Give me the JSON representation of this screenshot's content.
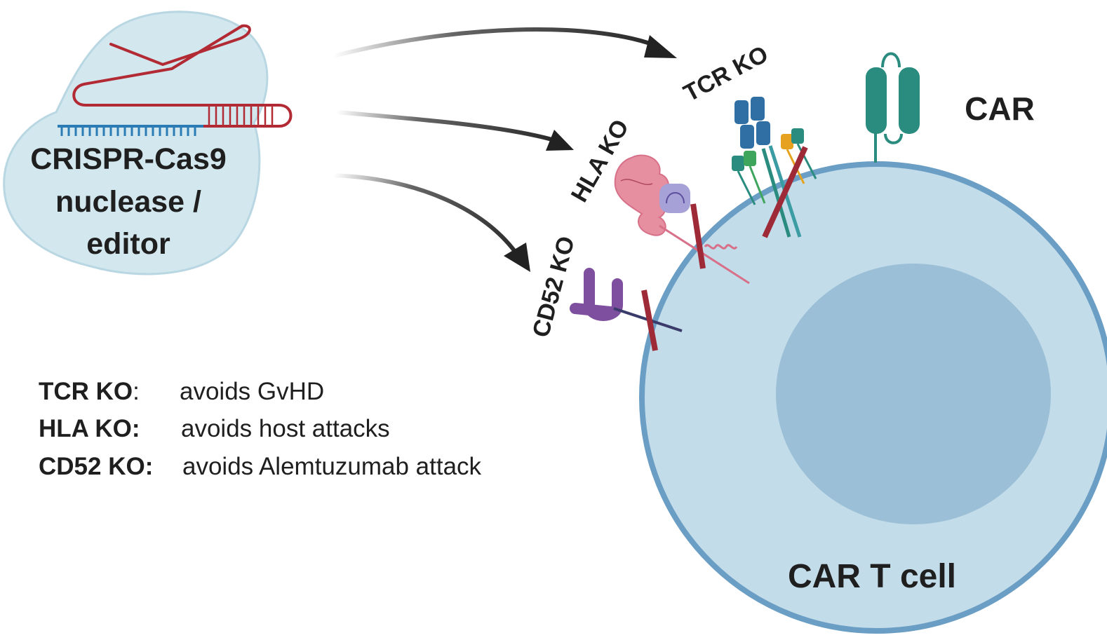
{
  "crispr": {
    "line1": "CRISPR-Cas9",
    "line2": "nuclease /",
    "line3": "editor"
  },
  "labels": {
    "tcr_ko": "TCR KO",
    "hla_ko": "HLA KO",
    "cd52_ko": "CD52 KO",
    "car": "CAR",
    "car_t_cell": "CAR T cell"
  },
  "legend": [
    {
      "term": "TCR KO",
      "suffix": ":",
      "desc": "avoids GvHD"
    },
    {
      "term": "HLA KO:",
      "suffix": "",
      "desc": "avoids host attacks"
    },
    {
      "term": "CD52 KO:",
      "suffix": "",
      "desc": "avoids Alemtuzumab attack"
    }
  ],
  "colors": {
    "cell_fill": "#c3dce9",
    "cell_border": "#6b9ec4",
    "nucleus": "#9bbfd7",
    "cas9_blob": "#d3e7ee",
    "rna_red": "#b22a34",
    "dna_blue": "#2b7bb4",
    "ko_cross": "#9e2a38",
    "car_teal": "#2a8c7f",
    "tcr_blue": "#2f6fa3",
    "hla_pink": "#e58fa0",
    "hla_purple": "#a6a1d6",
    "cd52_purple": "#7d4f9e",
    "arrow": "#222222"
  }
}
